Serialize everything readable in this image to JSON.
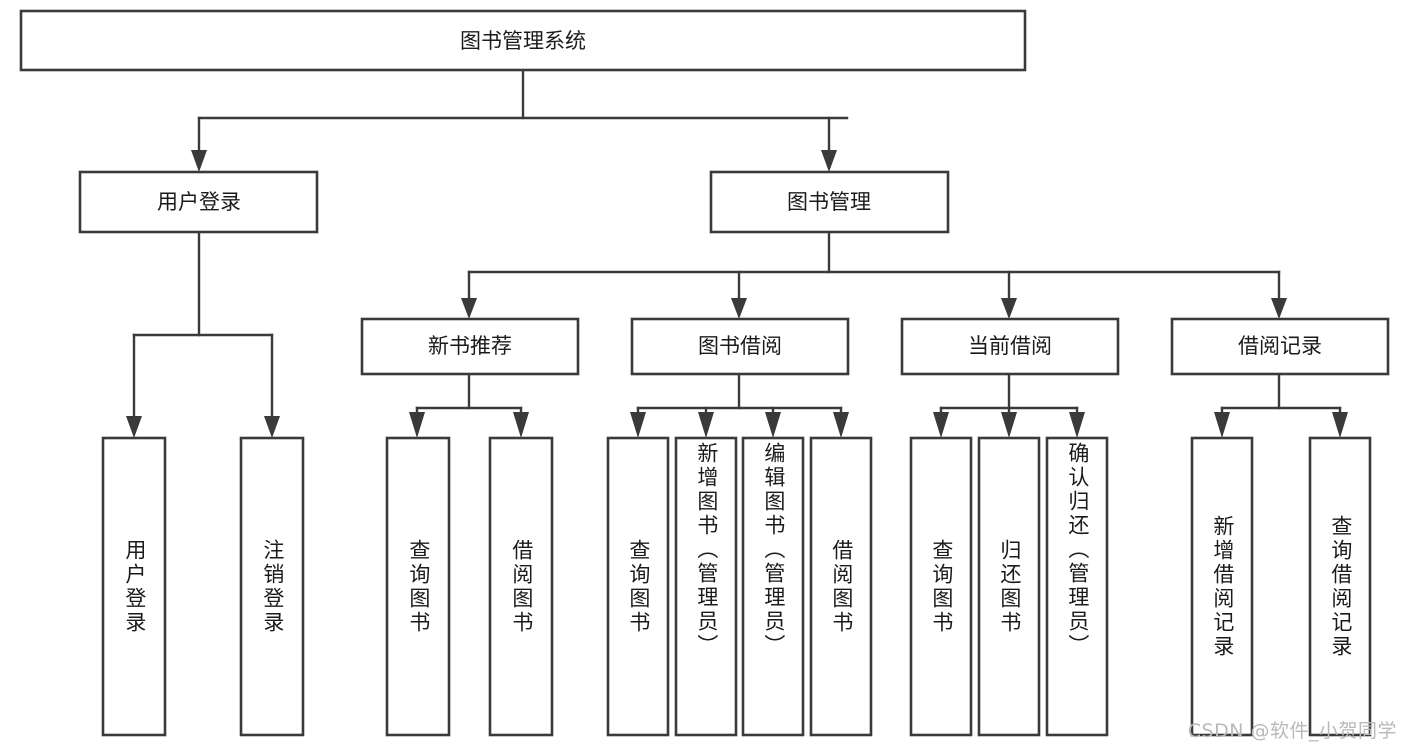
{
  "diagram": {
    "type": "tree-hierarchy-chart",
    "title": "图书管理系统",
    "colors": {
      "box_stroke": "#3a3a3a",
      "box_fill": "#ffffff",
      "connector": "#3a3a3a",
      "text": "#1b1b1b",
      "background": "#ffffff",
      "watermark": "#b9b9b9"
    },
    "root": {
      "id": "root",
      "label": "图书管理系统"
    },
    "level2": [
      {
        "id": "user-login",
        "label": "用户登录"
      },
      {
        "id": "book-management",
        "label": "图书管理"
      }
    ],
    "level3": [
      {
        "id": "new-book-recommend",
        "label": "新书推荐",
        "parent": "book-management"
      },
      {
        "id": "book-borrow",
        "label": "图书借阅",
        "parent": "book-management"
      },
      {
        "id": "current-borrow",
        "label": "当前借阅",
        "parent": "book-management"
      },
      {
        "id": "borrow-record",
        "label": "借阅记录",
        "parent": "book-management"
      }
    ],
    "leaves": [
      {
        "id": "leaf-user-login",
        "label": "用户登录",
        "parent": "user-login"
      },
      {
        "id": "leaf-logout-login",
        "label": "注销登录",
        "parent": "user-login"
      },
      {
        "id": "leaf-query-book-1",
        "label": "查询图书",
        "parent": "new-book-recommend"
      },
      {
        "id": "leaf-borrow-book-1",
        "label": "借阅图书",
        "parent": "new-book-recommend"
      },
      {
        "id": "leaf-query-book-2",
        "label": "查询图书",
        "parent": "book-borrow"
      },
      {
        "id": "leaf-add-book",
        "label": "新增图书（管理员）",
        "parent": "book-borrow"
      },
      {
        "id": "leaf-edit-book",
        "label": "编辑图书（管理员）",
        "parent": "book-borrow"
      },
      {
        "id": "leaf-borrow-book-2",
        "label": "借阅图书",
        "parent": "book-borrow"
      },
      {
        "id": "leaf-query-book-3",
        "label": "查询图书",
        "parent": "current-borrow"
      },
      {
        "id": "leaf-return-book",
        "label": "归还图书",
        "parent": "current-borrow"
      },
      {
        "id": "leaf-confirm-return",
        "label": "确认归还（管理员）",
        "parent": "current-borrow"
      },
      {
        "id": "leaf-add-borrow-record",
        "label": "新增借阅记录",
        "parent": "borrow-record"
      },
      {
        "id": "leaf-query-borrow-record",
        "label": "查询借阅记录",
        "parent": "borrow-record"
      }
    ]
  },
  "watermark": {
    "text": "CSDN @软件_小贺同学"
  }
}
